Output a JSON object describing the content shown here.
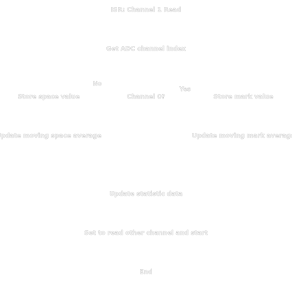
{
  "flowchart": {
    "nodes": {
      "isr": "ISR: Channel 1 Read",
      "get_adc": "Get ADC channel index",
      "channel_check": "Channel 0?",
      "store_space": "Store space value",
      "store_mark": "Store mark value",
      "update_space_avg": "Update moving space average",
      "update_mark_avg": "Update moving mark average",
      "update_stats": "Update statistic data",
      "set_read_other": "Set to read other channel and start",
      "end": "End"
    },
    "edges": {
      "no": "No",
      "yes": "Yes"
    }
  }
}
